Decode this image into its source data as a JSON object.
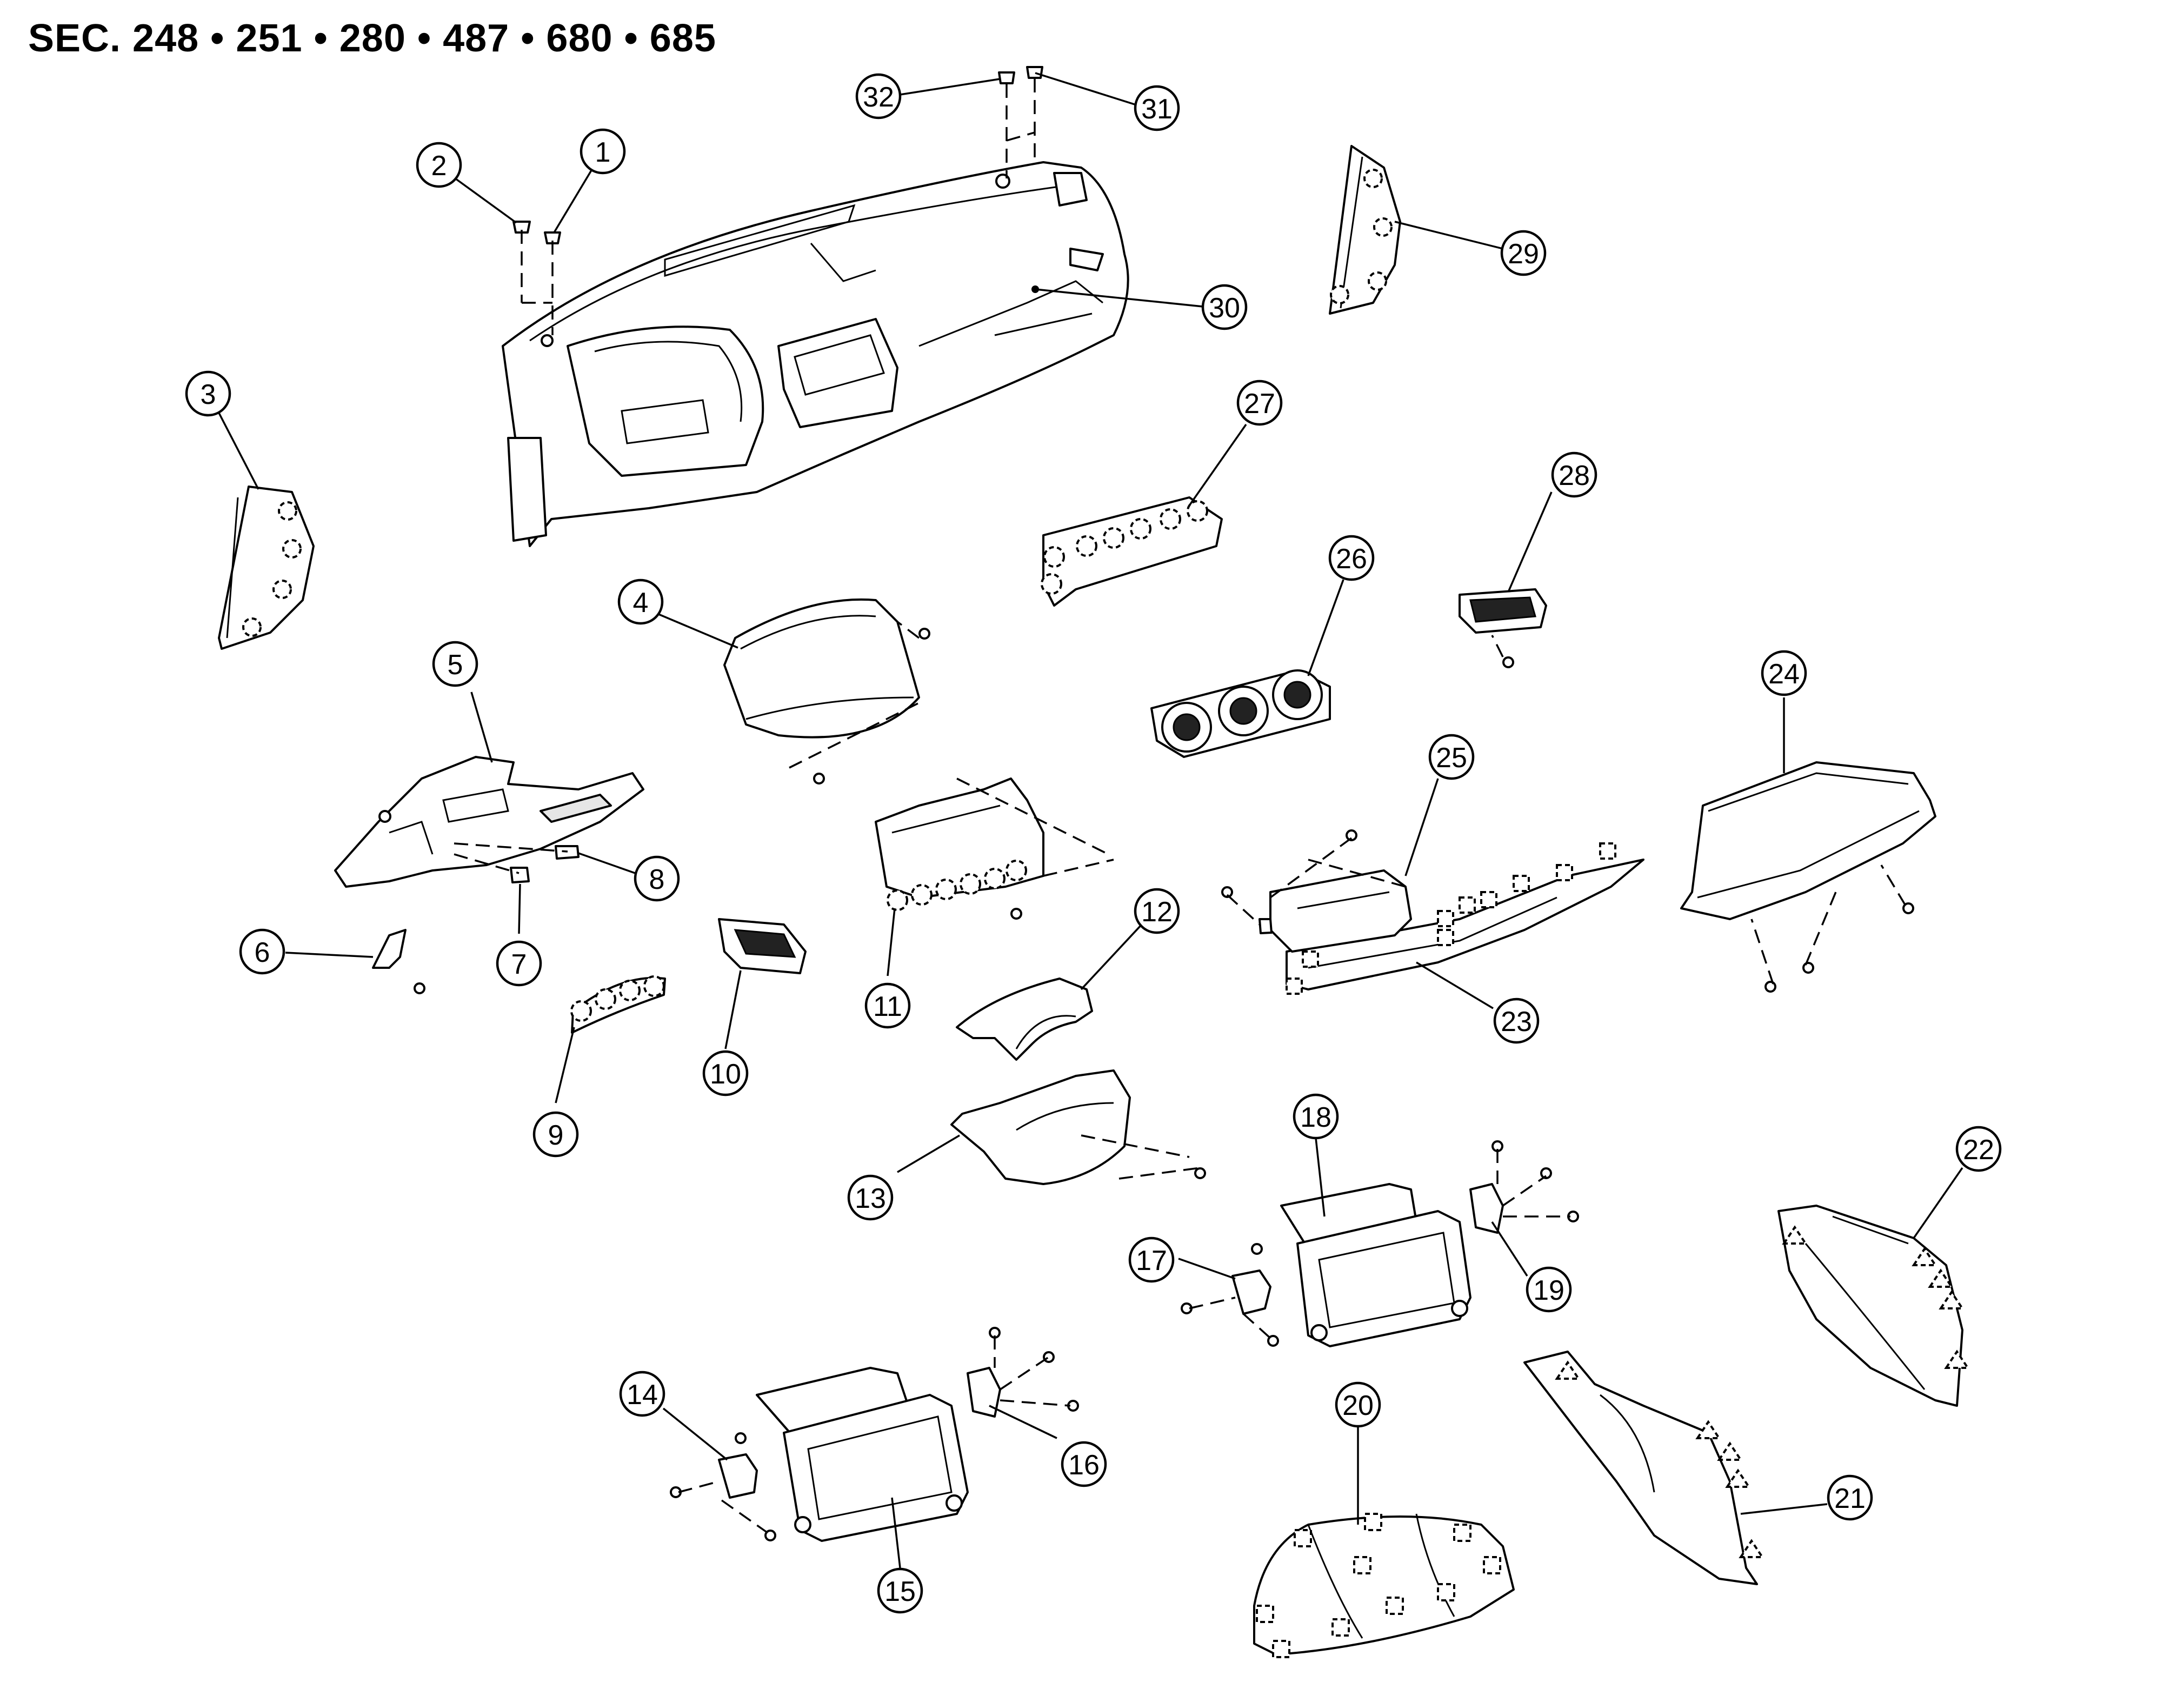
{
  "header": {
    "section_codes": "SEC. 248 • 251 • 280 • 487 • 680 • 685"
  },
  "callouts": [
    "1",
    "2",
    "3",
    "4",
    "5",
    "6",
    "7",
    "8",
    "9",
    "10",
    "11",
    "12",
    "13",
    "14",
    "15",
    "16",
    "17",
    "18",
    "19",
    "20",
    "21",
    "22",
    "23",
    "24",
    "25",
    "26",
    "27",
    "28",
    "29",
    "30",
    "31",
    "32"
  ]
}
